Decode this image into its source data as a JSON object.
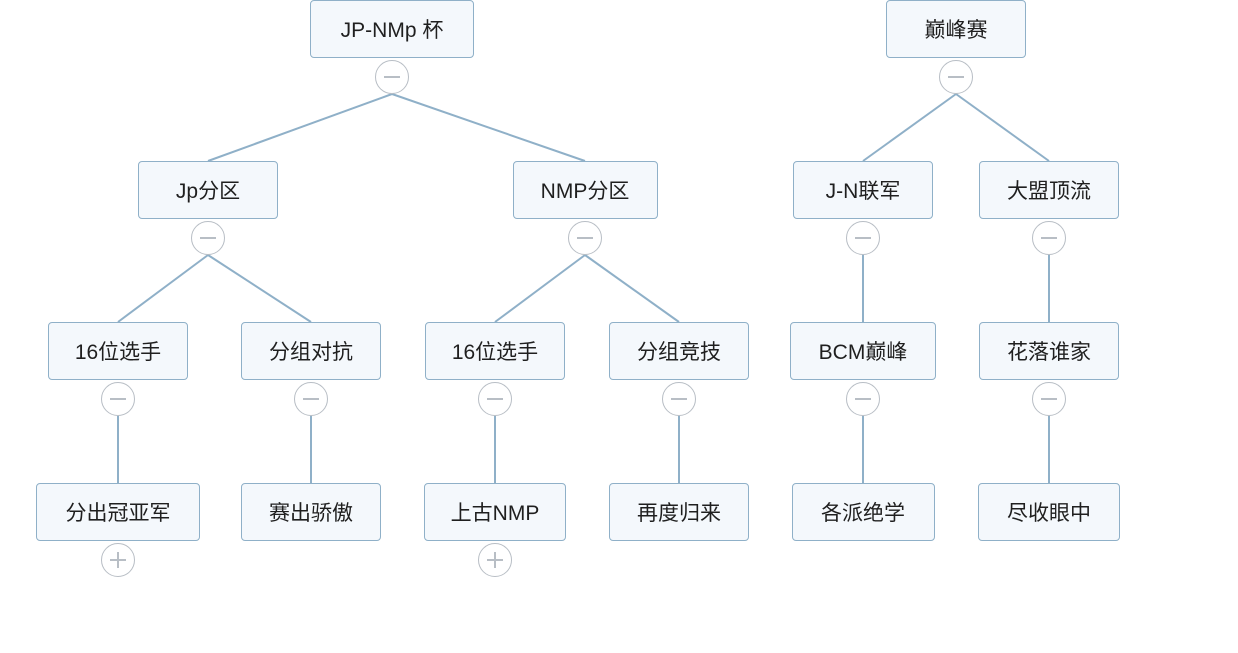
{
  "trees": [
    {
      "label": "JP-NMp 杯",
      "state": "collapse",
      "children": [
        {
          "label": "Jp分区",
          "state": "collapse",
          "children": [
            {
              "label": "16位选手",
              "state": "collapse",
              "children": [
                {
                  "label": "分出冠亚军",
                  "state": "expand"
                }
              ]
            },
            {
              "label": "分组对抗",
              "state": "collapse",
              "children": [
                {
                  "label": "赛出骄傲"
                }
              ]
            }
          ]
        },
        {
          "label": "NMP分区",
          "state": "collapse",
          "children": [
            {
              "label": "16位选手",
              "state": "collapse",
              "children": [
                {
                  "label": "上古NMP",
                  "state": "expand"
                }
              ]
            },
            {
              "label": "分组竞技",
              "state": "collapse",
              "children": [
                {
                  "label": "再度归来"
                }
              ]
            }
          ]
        }
      ]
    },
    {
      "label": "巅峰赛",
      "state": "collapse",
      "children": [
        {
          "label": "J-N联军",
          "state": "collapse",
          "children": [
            {
              "label": "BCM巅峰",
              "state": "collapse",
              "children": [
                {
                  "label": "各派绝学"
                }
              ]
            }
          ]
        },
        {
          "label": "大盟顶流",
          "state": "collapse",
          "children": [
            {
              "label": "花落谁家",
              "state": "collapse",
              "children": [
                {
                  "label": "尽收眼中"
                }
              ]
            }
          ]
        }
      ]
    }
  ]
}
